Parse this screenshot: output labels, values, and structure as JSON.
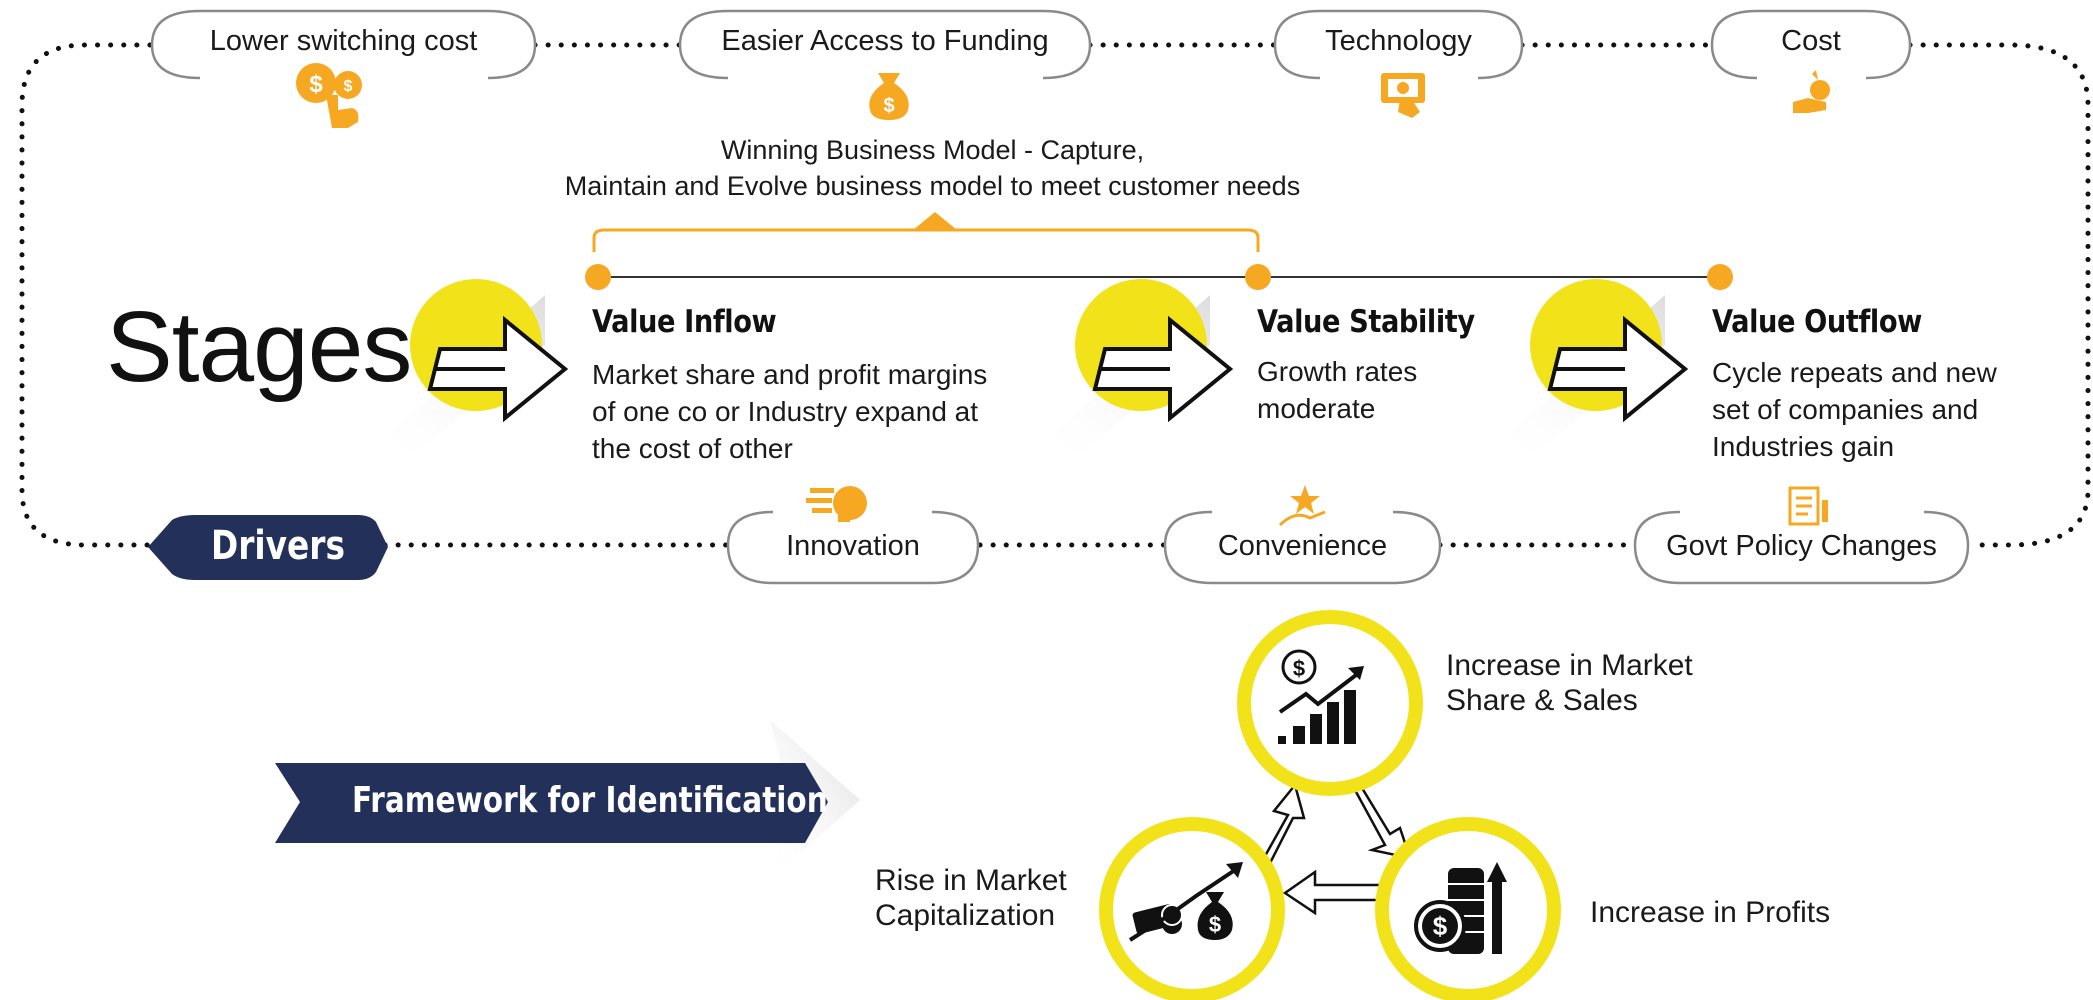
{
  "top_drivers": [
    {
      "label": "Lower switching cost",
      "icon": "dollar-coins-hand-icon"
    },
    {
      "label": "Easier Access to Funding",
      "icon": "money-bag-icon"
    },
    {
      "label": "Technology",
      "icon": "tablet-hand-icon"
    },
    {
      "label": "Cost",
      "icon": "coin-hand-icon"
    }
  ],
  "bottom_drivers": [
    {
      "label": "Innovation",
      "icon": "lightbulb-icon"
    },
    {
      "label": "Convenience",
      "icon": "star-hand-icon"
    },
    {
      "label": "Govt Policy Changes",
      "icon": "document-icon"
    }
  ],
  "drivers_label": "Drivers",
  "stages_label": "Stages",
  "business_model": {
    "line1": "Winning Business Model - Capture,",
    "line2": "Maintain and Evolve business model to meet customer needs"
  },
  "stages": [
    {
      "title": "Value Inflow",
      "desc": [
        "Market share and profit margins",
        "of one co or Industry expand at",
        "the cost of other"
      ]
    },
    {
      "title": "Value Stability",
      "desc": [
        "Growth rates",
        "moderate"
      ]
    },
    {
      "title": "Value Outflow",
      "desc": [
        "Cycle repeats and new",
        "set of companies and",
        "Industries gain"
      ]
    }
  ],
  "framework_label": "Framework for Identification",
  "cycle": [
    {
      "label": [
        "Increase in Market",
        "Share & Sales"
      ],
      "icon": "growth-chart-icon"
    },
    {
      "label": [
        "Increase in Profits"
      ],
      "icon": "coin-stack-icon"
    },
    {
      "label": [
        "Rise in Market",
        "Capitalization"
      ],
      "icon": "money-bag-growth-icon"
    }
  ],
  "colors": {
    "accent_orange": "#F7A823",
    "ring_yellow": "#F2E21A",
    "navy": "#22305A",
    "dots": "#111111",
    "pill_border": "#8a8a8a"
  }
}
